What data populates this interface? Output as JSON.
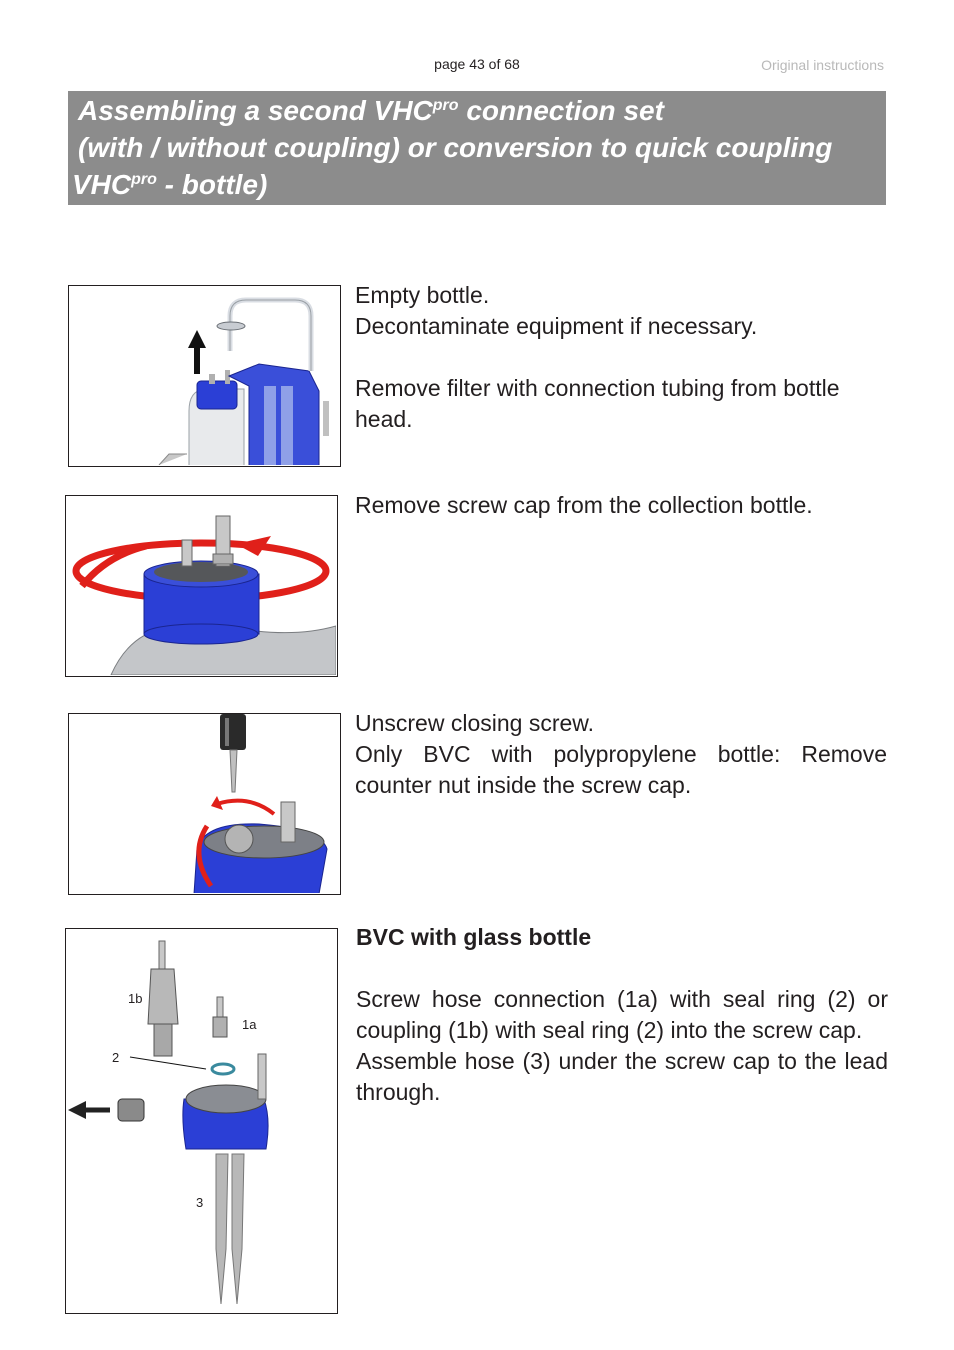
{
  "header": {
    "page": "page 43 of 68",
    "doc_type": "Original instructions"
  },
  "title": {
    "line1_pre": "Assembling a second VHC",
    "line1_sup": "pro",
    "line1_post": " connection set",
    "line2": "(with / without coupling) or conversion to quick coupling",
    "line3_pre": "VHC",
    "line3_sup": "pro",
    "line3_post": " - bottle)"
  },
  "steps": [
    {
      "lines": [
        "Empty bottle.",
        "Decontaminate equipment if necessary."
      ],
      "para2": "Remove filter with connection tubing from bottle head."
    },
    {
      "lines": [
        "Remove screw cap from the collection bottle."
      ]
    },
    {
      "lines": [
        "Unscrew closing screw."
      ],
      "para": "Only BVC with polypropylene bottle: Remove counter nut inside the screw cap."
    },
    {
      "heading": "BVC with glass bottle",
      "para1": "Screw hose connection (1a) with seal ring (2) or coupling (1b) with seal ring (2) into the screw cap.",
      "para2": "Assemble hose (3) under the screw cap to the lead through."
    }
  ],
  "figure4_labels": {
    "coupling": "1b",
    "hose_connection": "1a",
    "seal_ring": "2",
    "hose": "3"
  },
  "colors": {
    "title_bg": "#8c8c8c",
    "cap_blue": "#2b3fd6",
    "arrow_red": "#e0201a"
  }
}
